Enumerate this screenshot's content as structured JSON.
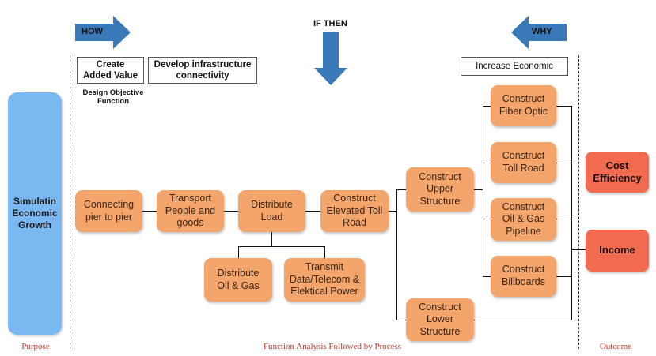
{
  "header": {
    "how": "HOW",
    "if_then": "IF THEN",
    "why": "WHY"
  },
  "top_boxes": {
    "create_added_value": "Create\nAdded Value",
    "develop_infrastructure": "Develop infrastructure\nconnectivity",
    "increase_economic": "Increase Economic",
    "design_objective": "Design Objective\nFunction"
  },
  "purpose": {
    "label": "Simulatin\nEconomic\nGrowth"
  },
  "functions": {
    "connecting_pier": "Connecting\npier to pier",
    "transport_people": "Transport\nPeople and\ngoods",
    "distribute_load": "Distribute\nLoad",
    "construct_elevated": "Construct\nElevated Toll\nRoad",
    "distribute_oil_gas": "Distribute\nOil & Gas",
    "transmit_data": "Transmit\nData/Telecom &\nElektical Power",
    "construct_upper": "Construct\nUpper\nStructure",
    "construct_lower": "Construct\nLower\nStructure",
    "construct_fiber": "Construct\nFiber Optic",
    "construct_toll": "Construct\nToll Road",
    "construct_pipeline": "Construct\nOil & Gas\nPipeline",
    "construct_billboards": "Construct\nBillboards"
  },
  "outcomes": {
    "cost_efficiency": "Cost\nEfficiency",
    "income": "Income"
  },
  "footer": {
    "purpose": "Purpose",
    "function_analysis": "Function Analysis Followed by Process",
    "outcome": "Outcome"
  },
  "colors": {
    "function_node": "#f4a56b",
    "outcome_node": "#f26a4f",
    "purpose_node": "#7ab8f2",
    "arrow": "#3a79b8",
    "footer_text": "#c0392b"
  }
}
